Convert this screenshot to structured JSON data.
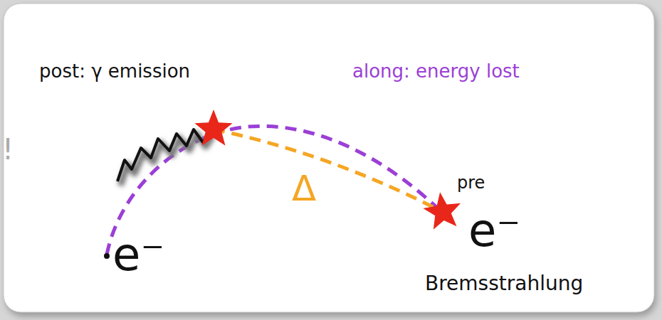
{
  "diagram": {
    "labels": [
      "post: γ emission",
      "along: energy lost",
      "Δ",
      "pre",
      "e⁻",
      "e⁻",
      "Bremsstrahlung",
      "!"
    ]
  }
}
